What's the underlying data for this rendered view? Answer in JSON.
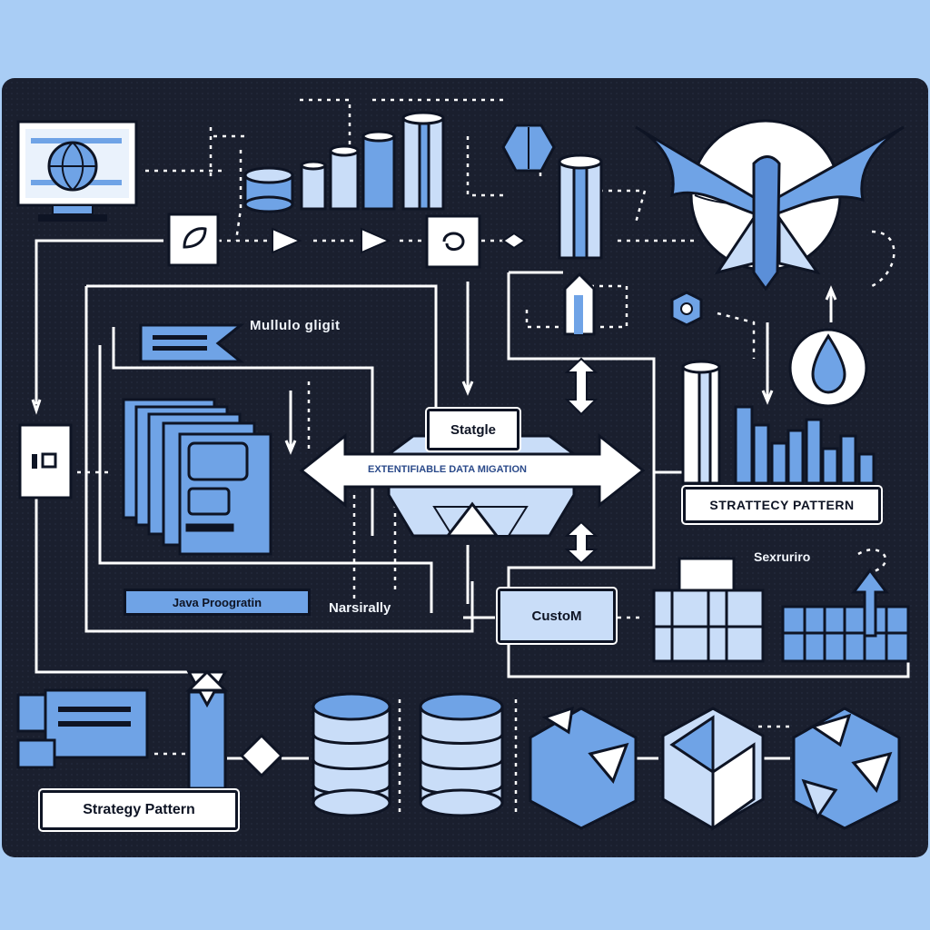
{
  "colors": {
    "background": "#a9cdf5",
    "panel": "#1a1f2e",
    "accent": "#6fa3e6",
    "light_accent": "#c9ddf8",
    "line": "#ffffff",
    "ink": "#0e1424"
  },
  "labels": {
    "multi_label": "Mullulo gligit",
    "stage_label": "Statgle",
    "banner": "EXTENTIFIABLE DATA MIGATION",
    "strategy_right": "STRATTECY PATTERN",
    "java": "Java Proogratin",
    "narsirally": "Narsirally",
    "custom": "CustoM",
    "sexruriro": "Sexruriro",
    "strategy_bottom": "Strategy Pattern"
  },
  "icons": [
    "monitor-globe-icon",
    "database-icon",
    "bar-chart-icon",
    "hexagon-icon",
    "cylinder-icon",
    "winged-creature-icon",
    "gear-icon",
    "water-drop-icon",
    "document-stack-icon",
    "cube-blocks-icon",
    "recycle-cube-icon"
  ]
}
